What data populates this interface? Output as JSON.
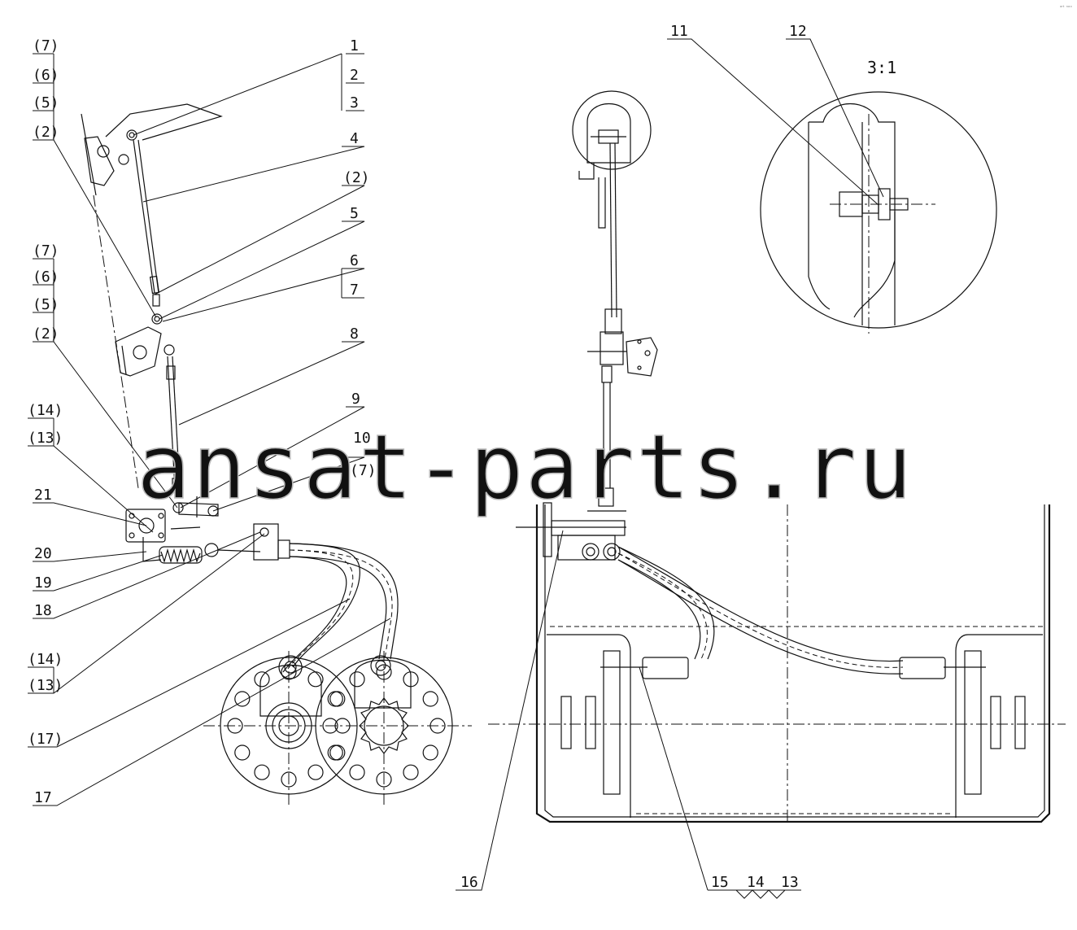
{
  "watermark": "ansat-parts.ru",
  "corner_mark": "ₐᵣₜ ₙₐₓ",
  "detail_scale": "3:1",
  "callouts_left": [
    "(7)",
    "(6)",
    "(5)",
    "(2)",
    "(7)",
    "(6)",
    "(5)",
    "(2)",
    "(14)",
    "(13)",
    "21",
    "20",
    "19",
    "18",
    "(14)",
    "(13)",
    "(17)",
    "17"
  ],
  "callouts_right_col": [
    "1",
    "2",
    "3",
    "4",
    "(2)",
    "5",
    "6",
    "7",
    "8",
    "9",
    "10",
    "(7)"
  ],
  "callouts_other": [
    "11",
    "12",
    "16",
    "15",
    "14",
    "13"
  ]
}
